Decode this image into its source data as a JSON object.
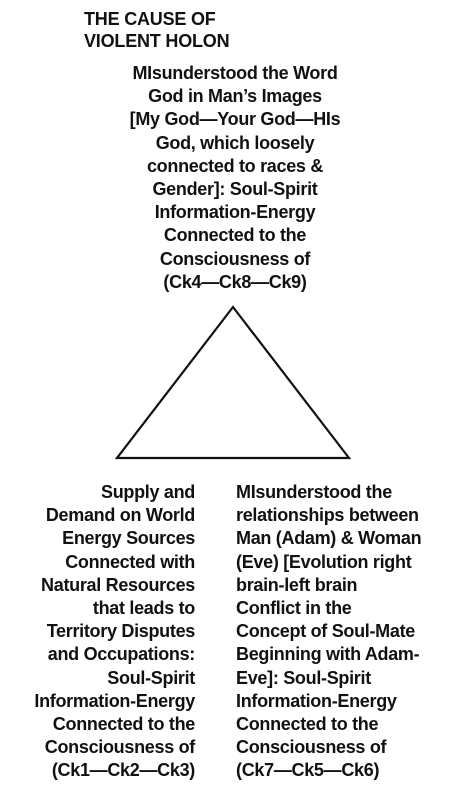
{
  "heading": {
    "lines": [
      "THE CAUSE OF",
      "VIOLENT HOLON"
    ]
  },
  "vertices": {
    "top": {
      "lines": [
        "MIsunderstood the Word",
        "God in Man’s Images",
        "[My God—Your God—HIs",
        "God, which loosely",
        "connected to races &",
        "Gender]: Soul-Spirit",
        "Information-Energy",
        "Connected to the",
        "Consciousness of",
        "(Ck4—Ck8—Ck9)"
      ]
    },
    "left": {
      "lines": [
        "Supply and",
        "Demand on World",
        "Energy Sources",
        "Connected with",
        "Natural Resources",
        "that leads to",
        "Territory Disputes",
        "and Occupations:",
        "Soul-Spirit",
        "Information-Energy",
        "Connected to the",
        "Consciousness of",
        "(Ck1—Ck2—Ck3)"
      ]
    },
    "right": {
      "lines": [
        "MIsunderstood the",
        "relationships between",
        "Man (Adam) & Woman",
        "(Eve) [Evolution right",
        "brain-left brain",
        "Conflict in the",
        "Concept of Soul-Mate",
        "Beginning with Adam-",
        "Eve]: Soul-Spirit",
        "Information-Energy",
        "Connected to the",
        "Consciousness of",
        "(Ck7—Ck5—Ck6)"
      ]
    }
  },
  "colors": {
    "text": "#111111",
    "line": "#111111",
    "background": "#ffffff"
  }
}
